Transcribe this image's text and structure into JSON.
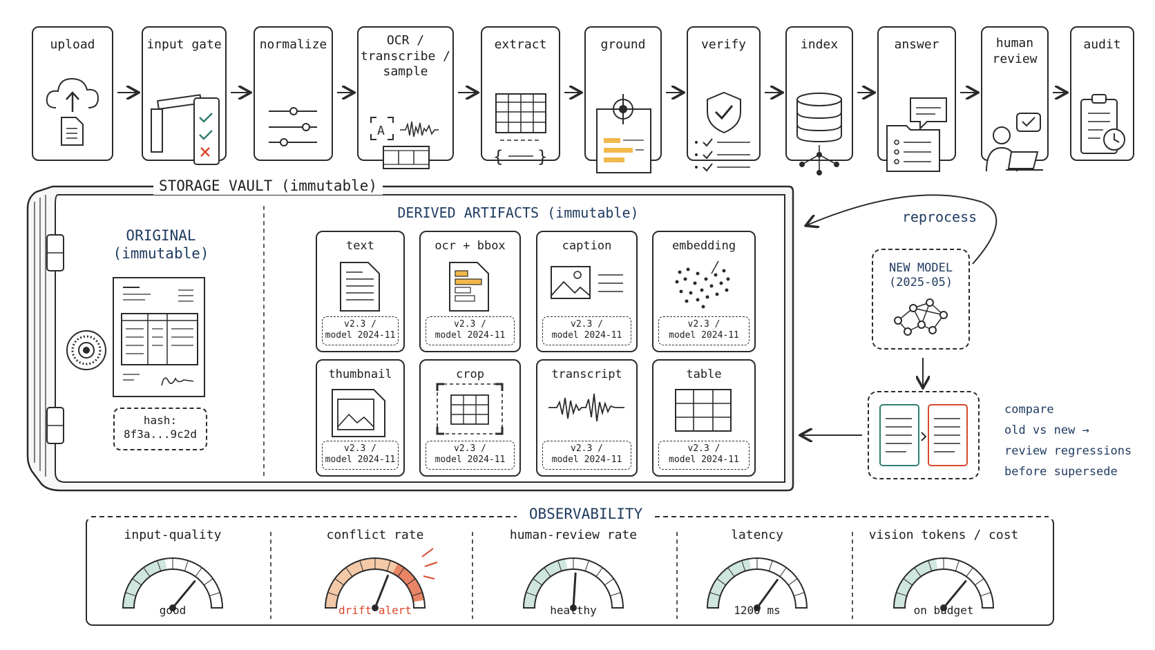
{
  "pipeline": {
    "steps": [
      {
        "label": "upload",
        "icon": "cloud-upload-icon"
      },
      {
        "label": "input gate",
        "icon": "gate-checklist-icon"
      },
      {
        "label": "normalize",
        "icon": "sliders-icon"
      },
      {
        "label": "OCR /\ntranscribe /\nsample",
        "icon": "ocr-audio-film-icon"
      },
      {
        "label": "extract",
        "icon": "table-icon"
      },
      {
        "label": "ground",
        "icon": "crosshair-document-icon"
      },
      {
        "label": "verify",
        "icon": "shield-check-icon"
      },
      {
        "label": "index",
        "icon": "database-icon"
      },
      {
        "label": "answer",
        "icon": "chat-form-icon"
      },
      {
        "label": "human\nreview",
        "icon": "person-laptop-icon"
      },
      {
        "label": "audit",
        "icon": "clipboard-clock-icon"
      }
    ]
  },
  "vault": {
    "title": "STORAGE VAULT (immutable)",
    "original_title": "ORIGINAL\n(immutable)",
    "hash_label": "hash:\n8f3a...9c2d",
    "derived_title": "DERIVED ARTIFACTS (immutable)",
    "artifacts": [
      {
        "label": "text",
        "version": "v2.3 /\nmodel 2024-11",
        "icon": "text-doc-icon"
      },
      {
        "label": "ocr + bbox",
        "version": "v2.3 /\nmodel 2024-11",
        "icon": "bbox-doc-icon"
      },
      {
        "label": "caption",
        "version": "v2.3 /\nmodel 2024-11",
        "icon": "image-caption-icon"
      },
      {
        "label": "embedding",
        "version": "v2.3 /\nmodel 2024-11",
        "icon": "scatter-dots-icon"
      },
      {
        "label": "thumbnail",
        "version": "v2.3 /\nmodel 2024-11",
        "icon": "thumbnail-icon"
      },
      {
        "label": "crop",
        "version": "v2.3 /\nmodel 2024-11",
        "icon": "crop-table-icon"
      },
      {
        "label": "transcript",
        "version": "v2.3 /\nmodel 2024-11",
        "icon": "waveform-icon"
      },
      {
        "label": "table",
        "version": "v2.3 /\nmodel 2024-11",
        "icon": "grid-table-icon"
      }
    ]
  },
  "reprocess": {
    "label": "reprocess",
    "new_model": "NEW MODEL\n(2025-05)",
    "compare_text": "compare\nold vs new →\nreview regressions\nbefore supersede"
  },
  "observability": {
    "title": "OBSERVABILITY",
    "gauges": [
      {
        "title": "input-quality",
        "status": "good",
        "level": 0.72,
        "alert": false
      },
      {
        "title": "conflict rate",
        "status": "drift alert",
        "level": 0.62,
        "alert": true
      },
      {
        "title": "human-review rate",
        "status": "healthy",
        "level": 0.52,
        "alert": false
      },
      {
        "title": "latency",
        "status": "1200 ms",
        "level": 0.7,
        "alert": false
      },
      {
        "title": "vision tokens / cost",
        "status": "on budget",
        "level": 0.72,
        "alert": false
      }
    ]
  },
  "colors": {
    "ink": "#2a2a2a",
    "navy": "#1e3a5f",
    "teal": "#2e7d6f",
    "alert": "#d9482b",
    "highlight": "#f2b84b"
  }
}
